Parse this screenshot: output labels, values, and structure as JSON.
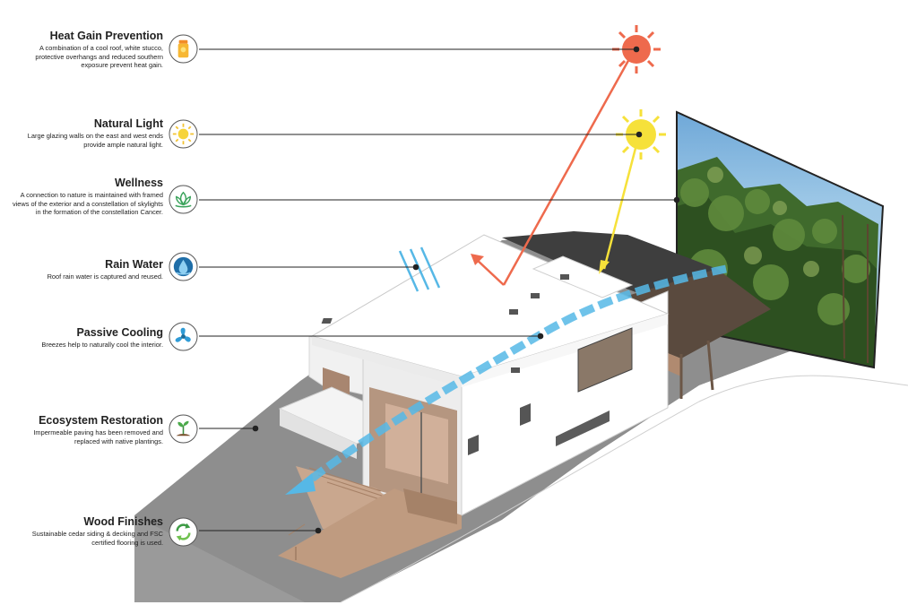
{
  "features": [
    {
      "title": "Heat Gain Prevention",
      "description": "A combination of a cool roof, white stucco, protective overhangs and reduced southern exposure prevent heat gain.",
      "icon": "sunscreen-icon"
    },
    {
      "title": "Natural Light",
      "description": "Large glazing walls on the east and west ends provide ample natural light.",
      "icon": "sun-icon"
    },
    {
      "title": "Wellness",
      "description": "A connection to nature is maintained with framed views of the exterior and a constellation of skylights in the formation of the constellation Cancer.",
      "icon": "lotus-icon"
    },
    {
      "title": "Rain Water",
      "description": "Roof rain water is captured and reused.",
      "icon": "water-drop-icon"
    },
    {
      "title": "Passive Cooling",
      "description": "Breezes help to naturally cool the interior.",
      "icon": "fan-icon"
    },
    {
      "title": "Ecosystem Restoration",
      "description": "Impermeable paving has been removed and replaced with native plantings.",
      "icon": "seedling-icon"
    },
    {
      "title": "Wood Finishes",
      "description": "Sustainable cedar siding & decking and FSC certified flooring is used.",
      "icon": "recycle-icon"
    }
  ],
  "colors": {
    "hot_sun": "#ee6a4d",
    "bright_sun": "#f6e13a",
    "breeze": "#56b8e6",
    "ground": "#8b8b8b",
    "wood": "#bf9b80",
    "wall": "#ffffff"
  }
}
